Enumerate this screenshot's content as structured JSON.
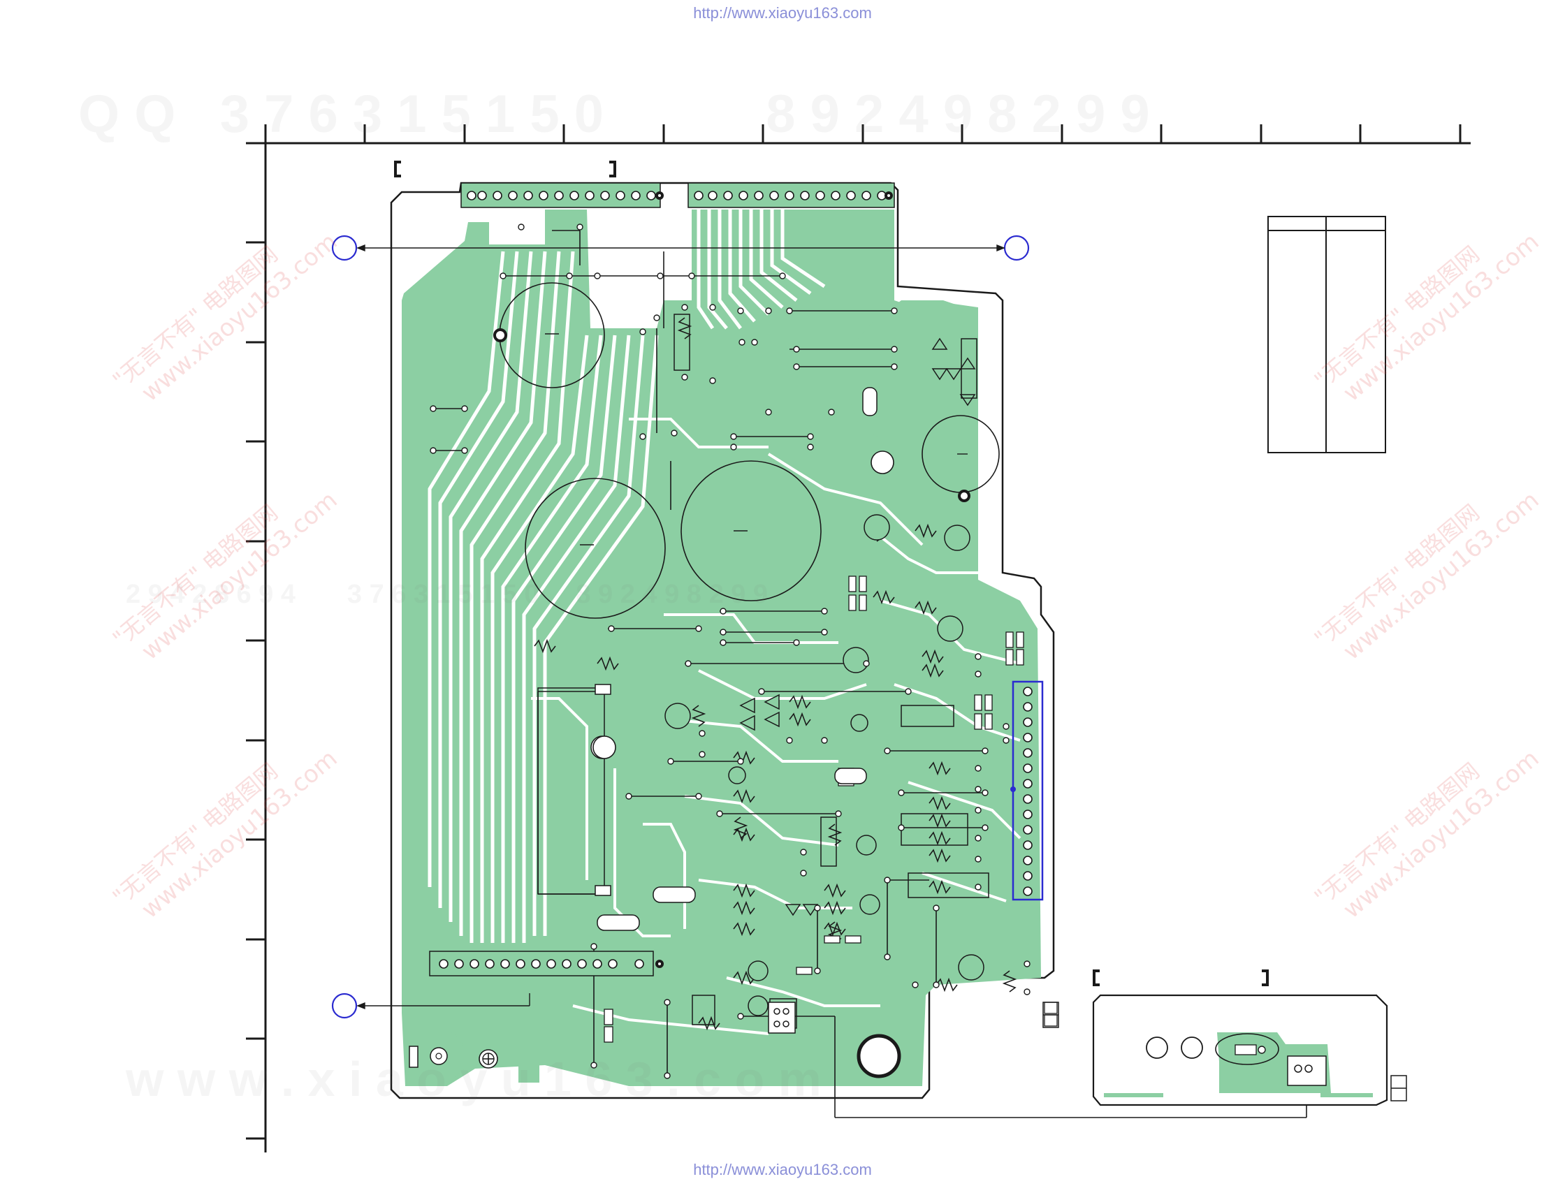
{
  "header": {
    "url": "http://www.xiaoyu163.com"
  },
  "footer": {
    "url": "http://www.xiaoyu163.com"
  },
  "watermarks": {
    "top_row": "Q Q   3 7 6 3 1 5 1 5 0           8 9 2 4 9 8 2 9 9",
    "mid_row": "2 9 4 2 8 6 9 4       3 7 6 3 1 5 1 5 0     8 9 2 4 9 8 2 9 9",
    "bottom_row": "w w w . x i a o y u 1 6 3 . c o m",
    "diag_cn": "\"无言不有\" 电路图网",
    "diag_url": "www.xiaoyu163.com"
  },
  "colors": {
    "copper": "#8ccfa3",
    "outline": "#1a1a1a",
    "ruler": "#1a1a1a",
    "mount_hole": "#2b2bd0",
    "highlight_connector": "#2b2bd0",
    "url": "#8a8fd8"
  },
  "icons": {
    "mounting_hole": "blue-circle-icon",
    "screw": "screw-head-icon"
  }
}
